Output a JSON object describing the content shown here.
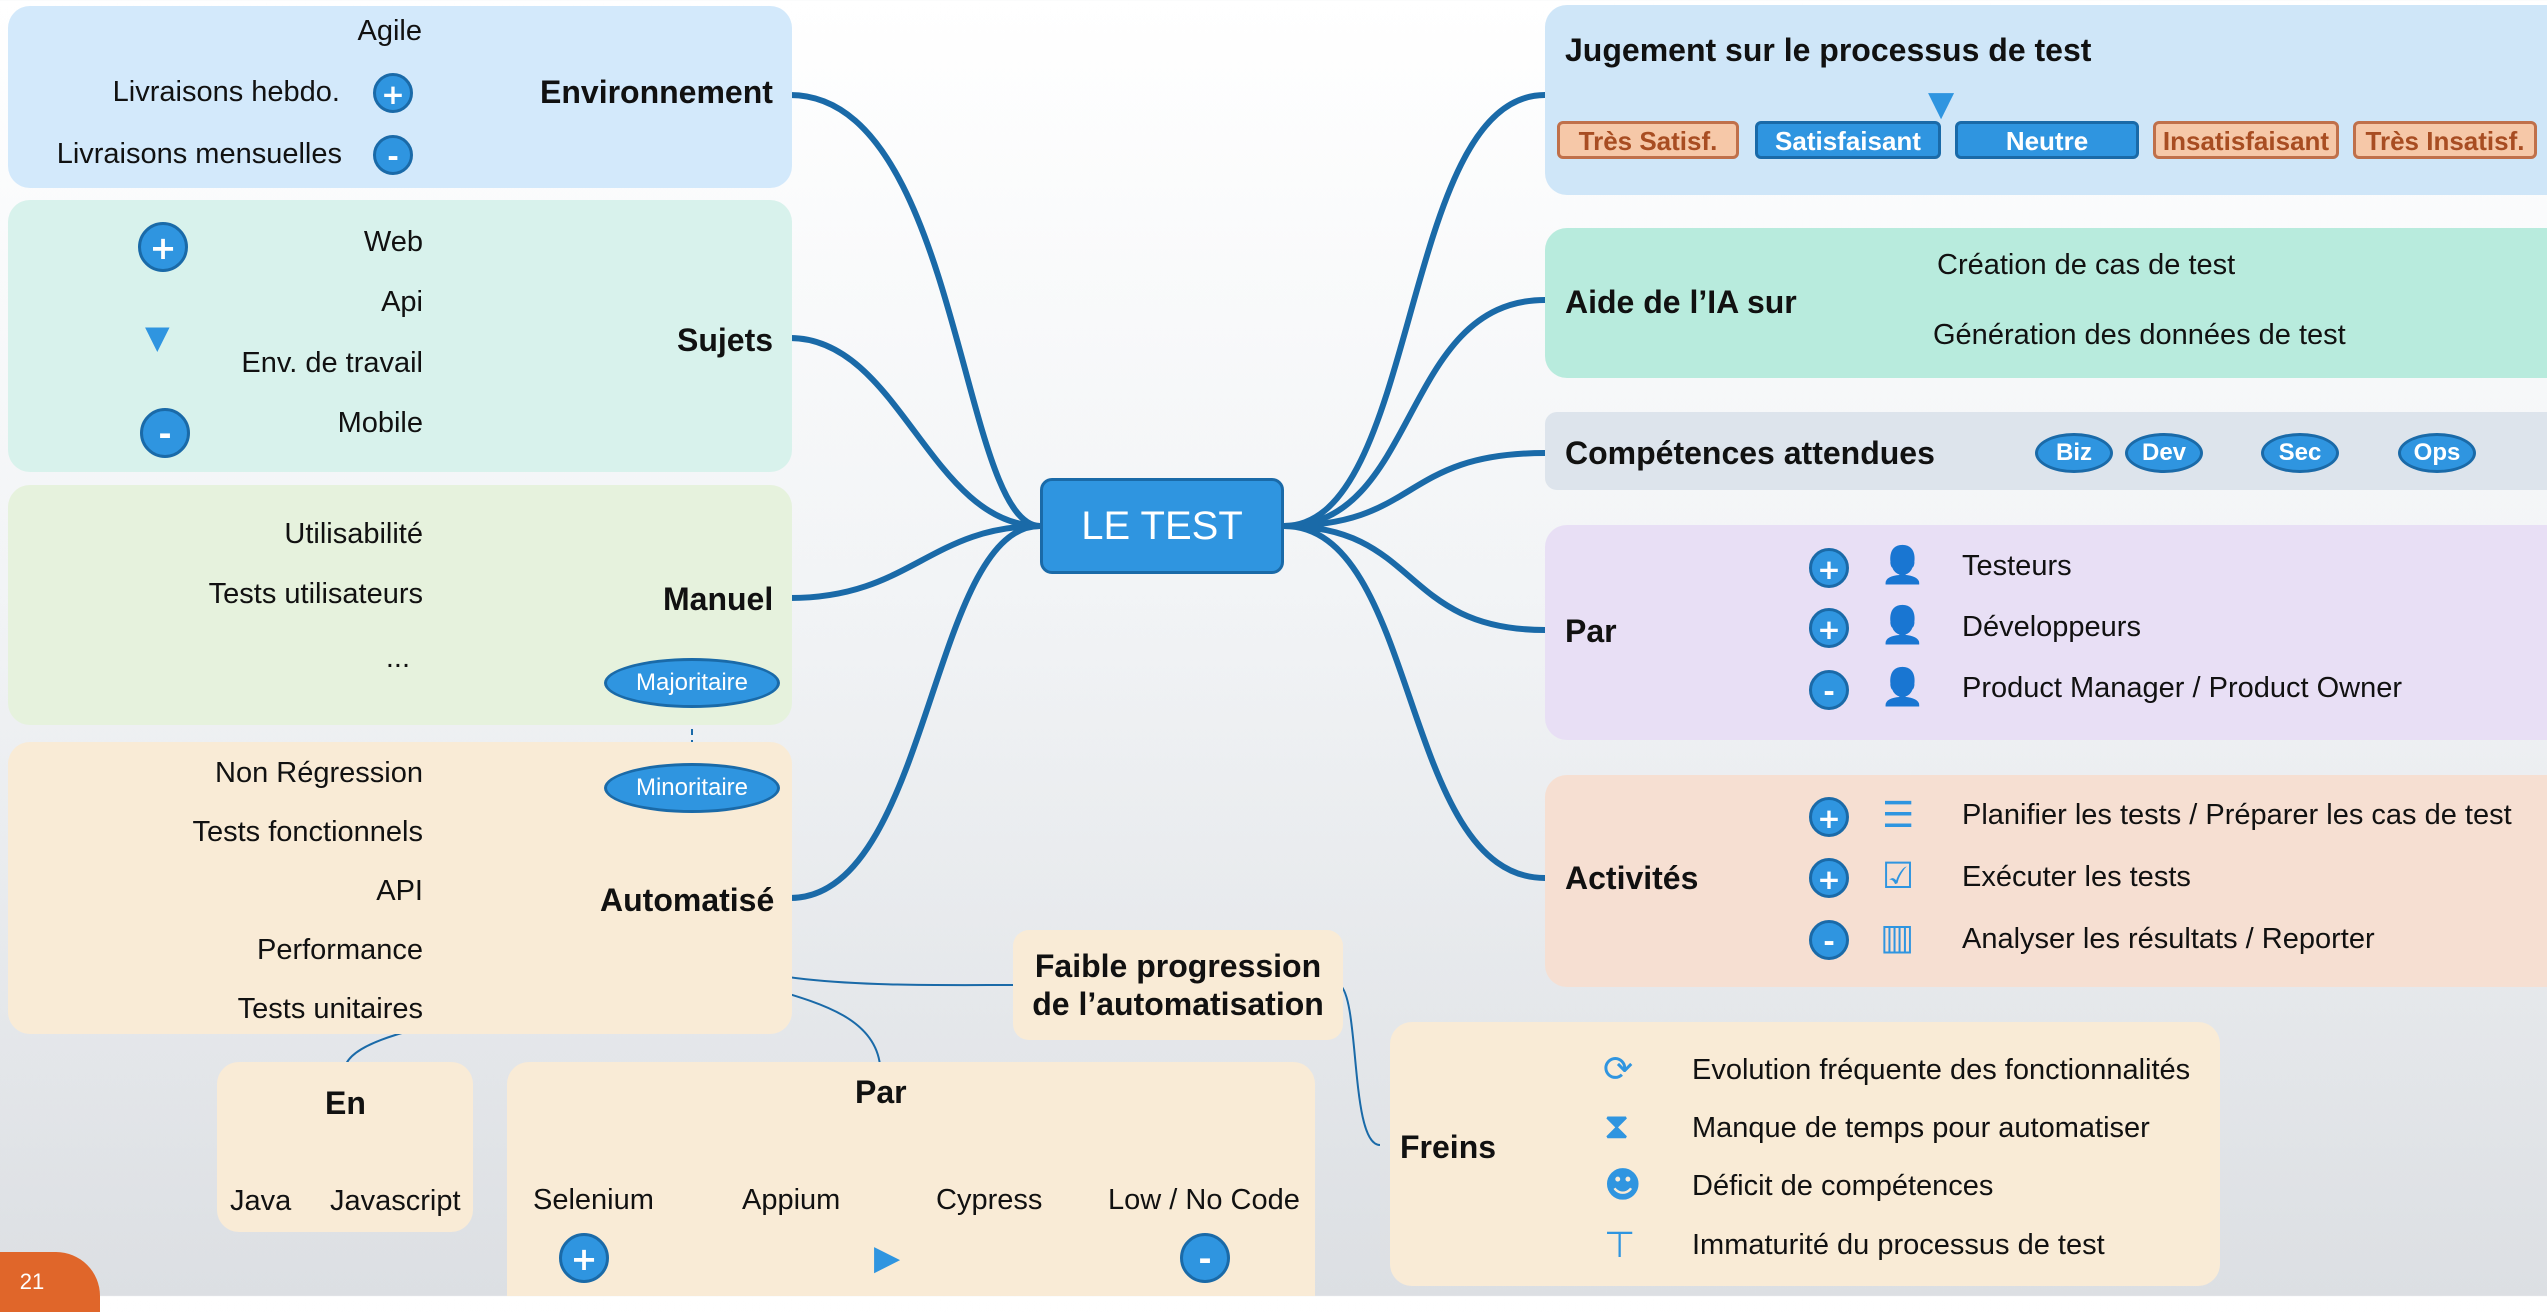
{
  "center": {
    "label": "LE TEST"
  },
  "page_number": "21",
  "colors": {
    "line": "#1a6aa8",
    "node_fill": "#2f95e0",
    "orange_pill": "#f6c8a8"
  },
  "environnement": {
    "title": "Environnement",
    "items": [
      "Agile",
      "Livraisons hebdo.",
      "Livraisons mensuelles"
    ],
    "plus": "+",
    "minus": "-"
  },
  "sujets": {
    "title": "Sujets",
    "items": [
      "Web",
      "Api",
      "Env. de travail",
      "Mobile"
    ],
    "plus": "+",
    "minus": "-"
  },
  "manuel": {
    "title": "Manuel",
    "items": [
      "Utilisabilité",
      "Tests utilisateurs",
      "..."
    ],
    "majoritaire": "Majoritaire",
    "minoritaire": "Minoritaire"
  },
  "automatise": {
    "title": "Automatisé",
    "items": [
      "Non Régression",
      "Tests fonctionnels",
      "API",
      "Performance",
      "Tests unitaires"
    ]
  },
  "en": {
    "title": "En",
    "items": [
      "Java",
      "Javascript"
    ]
  },
  "par_tools": {
    "title": "Par",
    "items": [
      "Selenium",
      "Appium",
      "Cypress",
      "Low / No Code"
    ],
    "plus": "+",
    "minus": "-"
  },
  "faible": {
    "line1": "Faible progression",
    "line2": "de l’automatisation"
  },
  "freins": {
    "title": "Freins",
    "items": [
      "Evolution fréquente des fonctionnalités",
      "Manque de temps pour automatiser",
      "Déficit de compétences",
      "Immaturité du processus de test"
    ],
    "icons": [
      "refresh-icon",
      "hourglass-icon",
      "brain-icon",
      "hierarchy-icon"
    ]
  },
  "jugement": {
    "title": "Jugement sur le processus de test",
    "options": [
      "Très Satisf.",
      "Satisfaisant",
      "Neutre",
      "Insatisfaisant",
      "Très Insatisf."
    ]
  },
  "aide": {
    "title": "Aide de l’IA sur",
    "items": [
      "Création de cas de test",
      "Génération des données de test"
    ]
  },
  "competences": {
    "title": "Compétences attendues",
    "items": [
      "Biz",
      "Dev",
      "Sec",
      "Ops"
    ]
  },
  "par_roles": {
    "title": "Par",
    "items": [
      "Testeurs",
      "Développeurs",
      "Product Manager / Product Owner"
    ],
    "signs": [
      "+",
      "+",
      "-"
    ],
    "icons": [
      "tester-person-icon",
      "developer-person-icon",
      "manager-person-icon"
    ]
  },
  "activites": {
    "title": "Activités",
    "items": [
      "Planifier les tests / Préparer les cas de test",
      "Exécuter les tests",
      "Analyser les résultats / Reporter"
    ],
    "signs": [
      "+",
      "+",
      "-"
    ],
    "icons": [
      "checklist-icon",
      "clipboard-icon",
      "bar-chart-icon"
    ]
  }
}
